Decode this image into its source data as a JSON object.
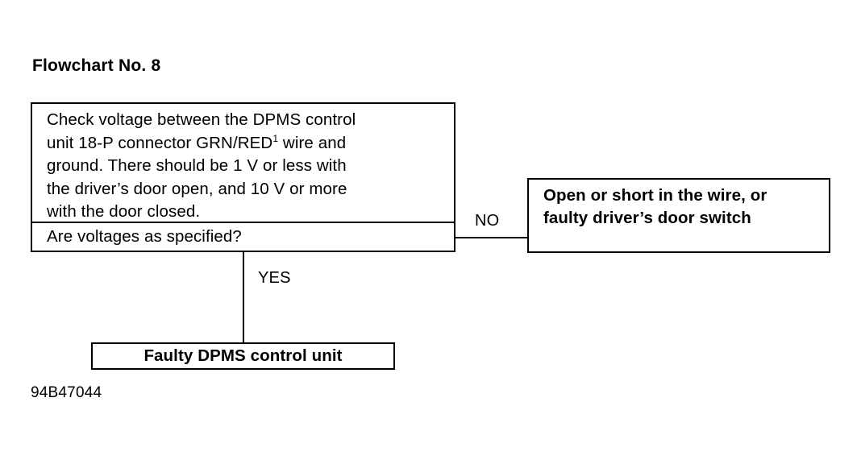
{
  "title": "Flowchart No. 8",
  "decision": {
    "statement_lines": [
      "Check voltage between the DPMS control",
      "unit 18-P connector GRN/RED",
      "ground. There should be 1 V or less with",
      "the driver’s door open, and 10 V or more",
      "with the door closed."
    ],
    "statement_line2_prefix": "unit 18-P connector GRN/RED",
    "statement_line2_superscript": "1",
    "statement_line2_suffix": " wire and",
    "question": "Are voltages as specified?"
  },
  "branches": {
    "no_label": "NO",
    "yes_label": "YES"
  },
  "outcomes": {
    "no_lines": [
      "Open or short in the wire, or",
      "faulty driver’s door switch"
    ],
    "yes_text": "Faulty DPMS control unit"
  },
  "footer": {
    "code": "94B47044"
  },
  "colors": {
    "ink": "#000000",
    "paper": "#ffffff"
  },
  "chart_data": {
    "type": "diagram",
    "title": "Flowchart No. 8",
    "nodes": [
      {
        "id": "decision",
        "kind": "decision",
        "text": "Check voltage between the DPMS control unit 18-P connector GRN/RED¹ wire and ground. There should be 1 V or less with the driver’s door open, and 10 V or more with the door closed.",
        "question": "Are voltages as specified?"
      },
      {
        "id": "outcome-no",
        "kind": "terminal",
        "text": "Open or short in the wire, or faulty driver’s door switch"
      },
      {
        "id": "outcome-yes",
        "kind": "terminal",
        "text": "Faulty DPMS control unit"
      }
    ],
    "edges": [
      {
        "from": "decision",
        "to": "outcome-no",
        "label": "NO",
        "direction": "right"
      },
      {
        "from": "decision",
        "to": "outcome-yes",
        "label": "YES",
        "direction": "down"
      }
    ]
  }
}
